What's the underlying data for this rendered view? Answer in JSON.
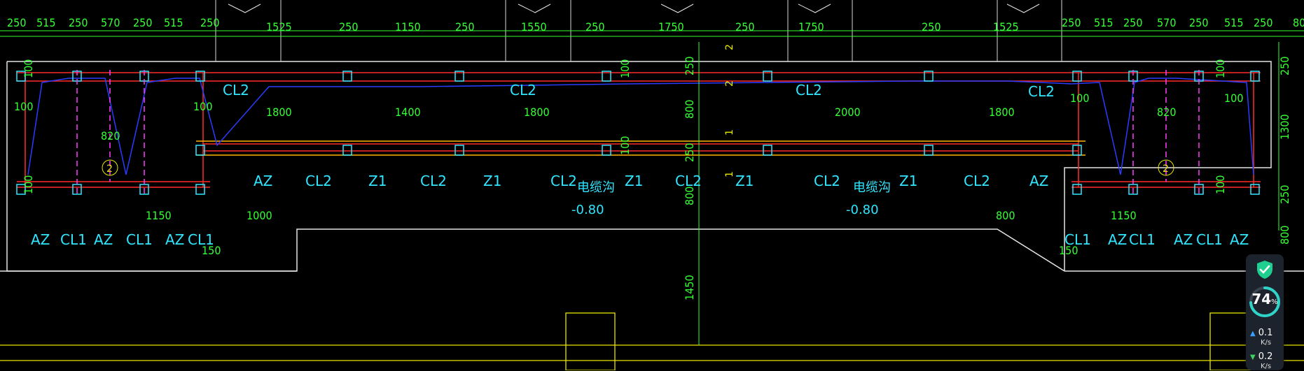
{
  "drawing": {
    "top_dims_left": [
      "250",
      "515",
      "250",
      "570",
      "250",
      "515",
      "250"
    ],
    "top_dims_middle": [
      "1525",
      "250",
      "1150",
      "250",
      "1550",
      "250",
      "1750",
      "250",
      "1750",
      "250",
      "1525"
    ],
    "top_dims_right": [
      "250",
      "515",
      "250",
      "570",
      "250",
      "515",
      "250",
      "80"
    ],
    "inner_spans": [
      "1800",
      "1400",
      "1800",
      "2000",
      "1800"
    ],
    "left_small": [
      "100",
      "100",
      "100",
      "100"
    ],
    "right_small": [
      "100",
      "100",
      "100",
      "100"
    ],
    "width_820_left": "820",
    "width_820_right": "820",
    "circle_tag": "2",
    "axis_marks": [
      "2",
      "2",
      "1",
      "1"
    ],
    "center_vertical_dims": [
      "250",
      "800",
      "250",
      "800",
      "1450"
    ],
    "right_vertical_dims": [
      "250",
      "1300",
      "250",
      "800"
    ],
    "small_vertical_100": "100",
    "labels": {
      "cl2": "CL2",
      "cl1": "CL1",
      "az": "AZ",
      "z1": "Z1"
    },
    "cable_trench": "电缆沟",
    "elevation": "-0.80",
    "bottom_dims_left": [
      "1150",
      "1000",
      "150"
    ],
    "bottom_dims_right": [
      "800",
      "1150",
      "150"
    ]
  },
  "widget": {
    "percent": "74",
    "percent_unit": "%",
    "upload": "0.1",
    "download": "0.2",
    "unit": "K/s",
    "shield_icon": "shield-check-icon",
    "colors": {
      "ring": "#2fd4c8",
      "shield": "#1fcf8f"
    }
  }
}
